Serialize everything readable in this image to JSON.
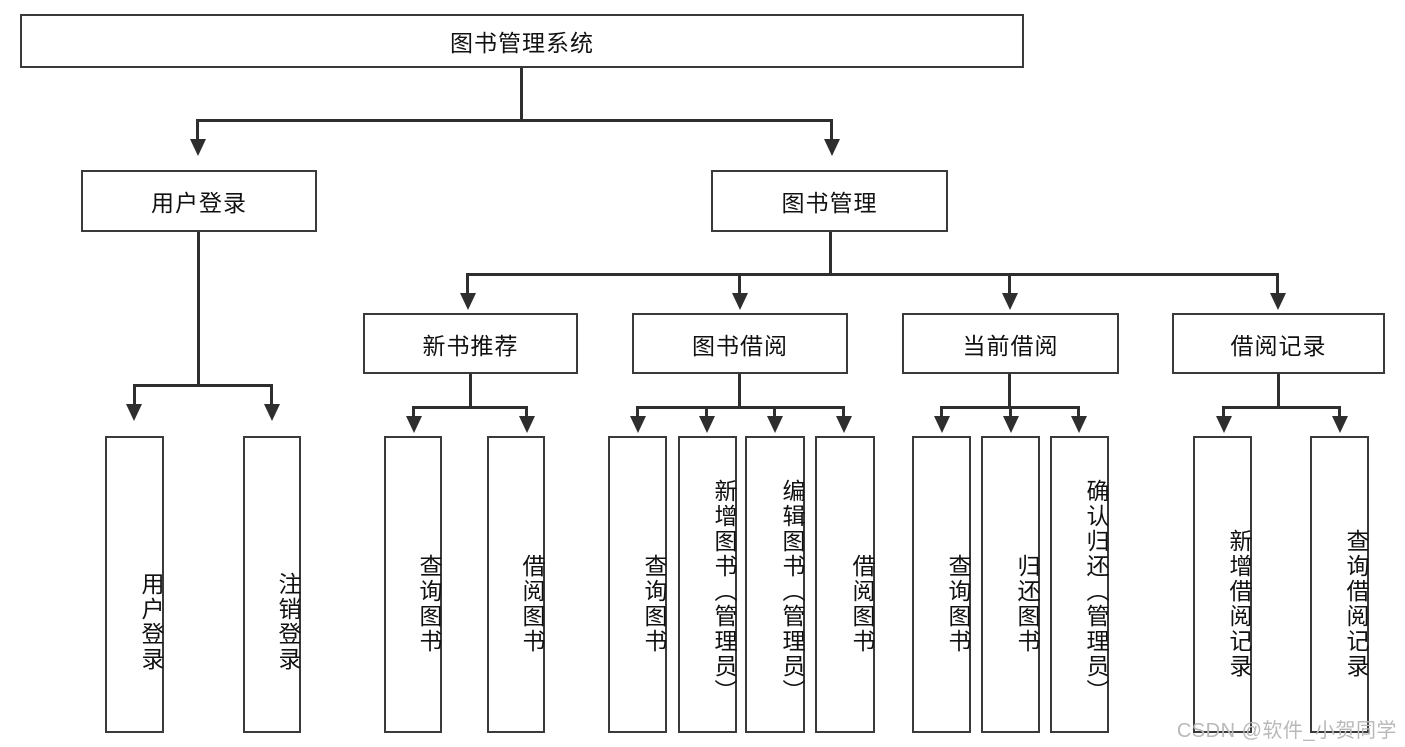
{
  "diagram": {
    "type": "hierarchy-tree",
    "title": "图书管理系统",
    "root": {
      "id": "root",
      "label": "图书管理系统"
    },
    "level2": [
      {
        "id": "user-login",
        "label": "用户登录"
      },
      {
        "id": "book-manage",
        "label": "图书管理"
      }
    ],
    "level3": [
      {
        "id": "new-book-rec",
        "label": "新书推荐",
        "parent": "book-manage"
      },
      {
        "id": "book-borrow",
        "label": "图书借阅",
        "parent": "book-manage"
      },
      {
        "id": "current-borrow",
        "label": "当前借阅",
        "parent": "book-manage"
      },
      {
        "id": "borrow-record",
        "label": "借阅记录",
        "parent": "book-manage"
      }
    ],
    "leaves": {
      "user_login": [
        {
          "id": "leaf-user-login",
          "label": "用户登录"
        },
        {
          "id": "leaf-logout",
          "label": "注销登录"
        }
      ],
      "new_book_rec": [
        {
          "id": "leaf-query-book-1",
          "label": "查询图书"
        },
        {
          "id": "leaf-borrow-book-1",
          "label": "借阅图书"
        }
      ],
      "book_borrow": [
        {
          "id": "leaf-query-book-2",
          "label": "查询图书"
        },
        {
          "id": "leaf-add-book",
          "label": "新增图书（管理员）"
        },
        {
          "id": "leaf-edit-book",
          "label": "编辑图书（管理员）"
        },
        {
          "id": "leaf-borrow-book-2",
          "label": "借阅图书"
        }
      ],
      "current_borrow": [
        {
          "id": "leaf-query-book-3",
          "label": "查询图书"
        },
        {
          "id": "leaf-return-book",
          "label": "归还图书"
        },
        {
          "id": "leaf-confirm-return",
          "label": "确认归还（管理员）"
        }
      ],
      "borrow_record": [
        {
          "id": "leaf-add-record",
          "label": "新增借阅记录"
        },
        {
          "id": "leaf-query-record",
          "label": "查询借阅记录"
        }
      ]
    }
  },
  "watermark": {
    "text": "CSDN @软件_小贺同学"
  },
  "colors": {
    "box_border": "#3a3a3a",
    "line": "#2e2e2e",
    "background": "#ffffff",
    "text": "#111111",
    "watermark": "#b9b9b9"
  }
}
